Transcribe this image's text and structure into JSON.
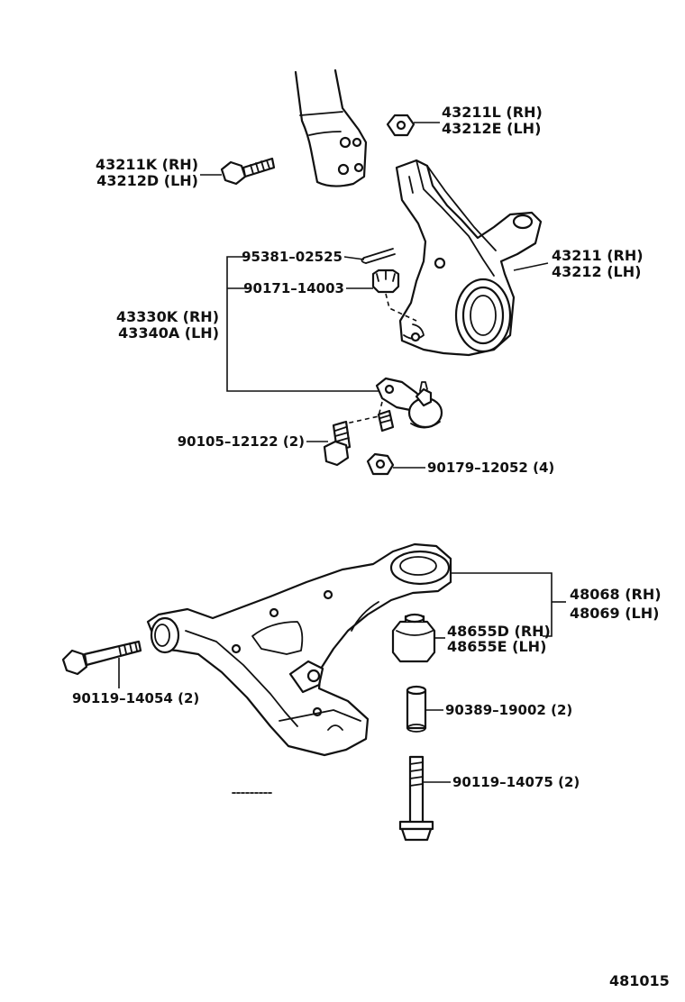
{
  "callouts": {
    "nut_top_rh": "43211L (RH)",
    "nut_top_lh": "43212E (LH)",
    "bolt_top_rh": "43211K (RH)",
    "bolt_top_lh": "43212D (LH)",
    "knuckle_rh": "43211 (RH)",
    "knuckle_lh": "43212 (LH)",
    "cotter_pin": "95381–02525",
    "castle_nut": "90171–14003",
    "ball_joint_rh": "43330K (RH)",
    "ball_joint_lh": "43340A (LH)",
    "ball_joint_bolt": "90105–12122 (2)",
    "ball_joint_nut": "90179–12052 (4)",
    "lower_arm_rh": "48068 (RH)",
    "lower_arm_lh": "48069 (LH)",
    "bushing_rh": "48655D (RH)",
    "bushing_lh": "48655E (LH)",
    "front_bolt": "90119–14054 (2)",
    "collar": "90389–19002 (2)",
    "rear_bolt": "90119–14075 (2)"
  },
  "diagram_number": "481015"
}
